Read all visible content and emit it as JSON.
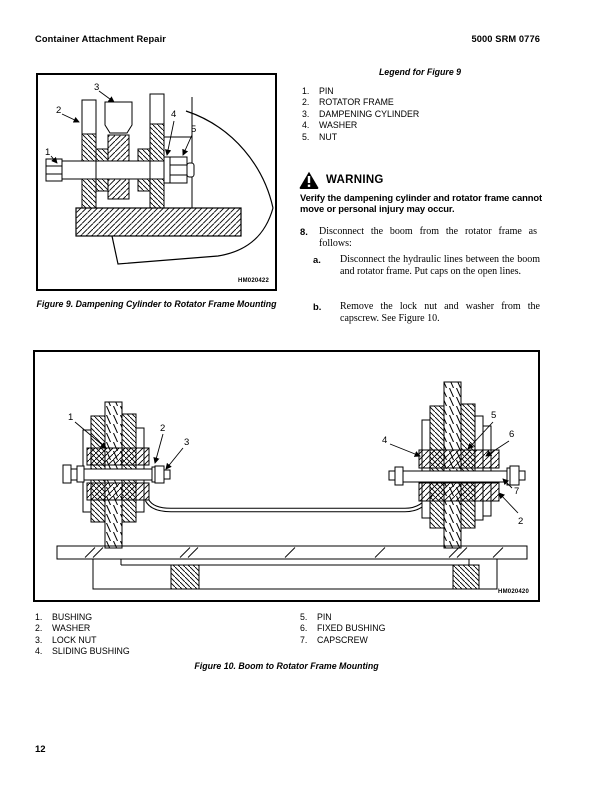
{
  "page": {
    "header_left": "Container Attachment Repair",
    "header_right": "5000 SRM 0776",
    "page_number": "12"
  },
  "figure9": {
    "legend_title": "Legend for Figure 9",
    "legend": [
      {
        "num": "1.",
        "label": "PIN"
      },
      {
        "num": "2.",
        "label": "ROTATOR FRAME"
      },
      {
        "num": "3.",
        "label": "DAMPENING CYLINDER"
      },
      {
        "num": "4.",
        "label": "WASHER"
      },
      {
        "num": "5.",
        "label": "NUT"
      }
    ],
    "caption": "Figure 9. Dampening Cylinder to Rotator Frame Mounting",
    "image_code": "HM020422",
    "callouts": [
      "1",
      "2",
      "3",
      "4",
      "5"
    ]
  },
  "warning": {
    "title": "WARNING",
    "text": "Verify the dampening cylinder and rotator frame cannot move or personal injury may occur."
  },
  "step8": {
    "number": "8.",
    "text": "Disconnect the boom from the rotator frame as follows:",
    "substeps": [
      {
        "letter": "a.",
        "text": "Disconnect the hydraulic lines between the boom and rotator frame. Put caps on the open lines."
      },
      {
        "letter": "b.",
        "text": "Remove the lock nut and washer from the capscrew. See Figure 10."
      }
    ]
  },
  "figure10": {
    "caption": "Figure 10. Boom to Rotator Frame Mounting",
    "image_code": "HM020420",
    "callouts": [
      "1",
      "2",
      "3",
      "4",
      "5",
      "6",
      "7",
      "2"
    ],
    "legend_col1": [
      {
        "num": "1.",
        "label": "BUSHING"
      },
      {
        "num": "2.",
        "label": "WASHER"
      },
      {
        "num": "3.",
        "label": "LOCK NUT"
      },
      {
        "num": "4.",
        "label": "SLIDING BUSHING"
      }
    ],
    "legend_col2": [
      {
        "num": "5.",
        "label": "PIN"
      },
      {
        "num": "6.",
        "label": "FIXED BUSHING"
      },
      {
        "num": "7.",
        "label": "CAPSCREW"
      }
    ]
  }
}
